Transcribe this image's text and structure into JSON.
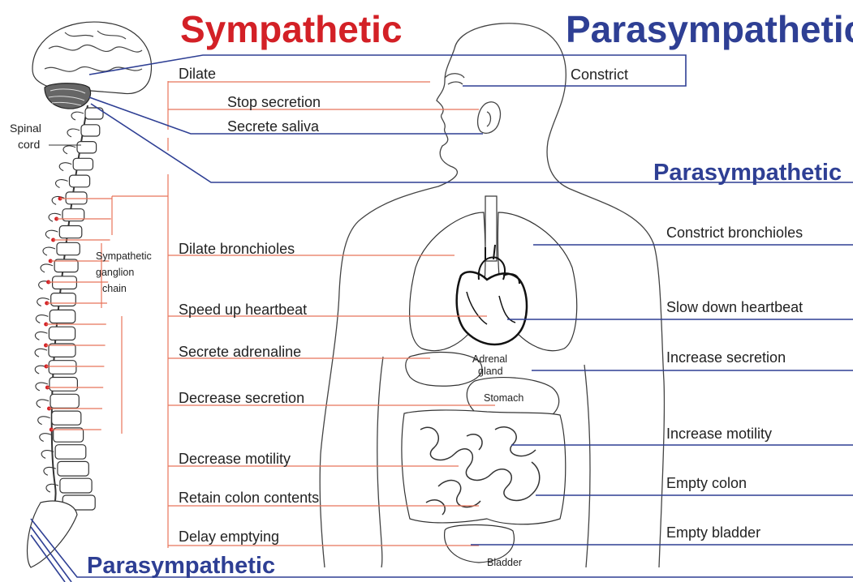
{
  "headers": {
    "sympathetic": "Sympathetic",
    "parasympathetic_top": "Parasympathetic",
    "parasympathetic_middle": "Parasympathetic",
    "parasympathetic_bottom": "Parasympathetic"
  },
  "sympathetic_effects": [
    "Dilate",
    "Stop secretion",
    "Dilate bronchioles",
    "Speed up heartbeat",
    "Secrete adrenaline",
    "Decrease secretion",
    "Decrease motility",
    "Retain colon contents",
    "Delay emptying"
  ],
  "parasympathetic_effects": [
    "Constrict",
    "Secrete saliva",
    "Constrict bronchioles",
    "Slow down heartbeat",
    "Increase secretion",
    "Increase motility",
    "Empty colon",
    "Empty bladder"
  ],
  "anatomy_labels": {
    "spinal_cord": [
      "Spinal",
      "cord"
    ],
    "ganglion_chain": [
      "Sympathetic",
      "ganglion",
      "chain"
    ],
    "adrenal_gland": [
      "Adrenal",
      "gland"
    ],
    "stomach": "Stomach",
    "bladder": "Bladder"
  },
  "colors": {
    "sympathetic": "#d32026",
    "parasympathetic": "#2e3f94",
    "sympathetic_line": "#e8745a"
  }
}
